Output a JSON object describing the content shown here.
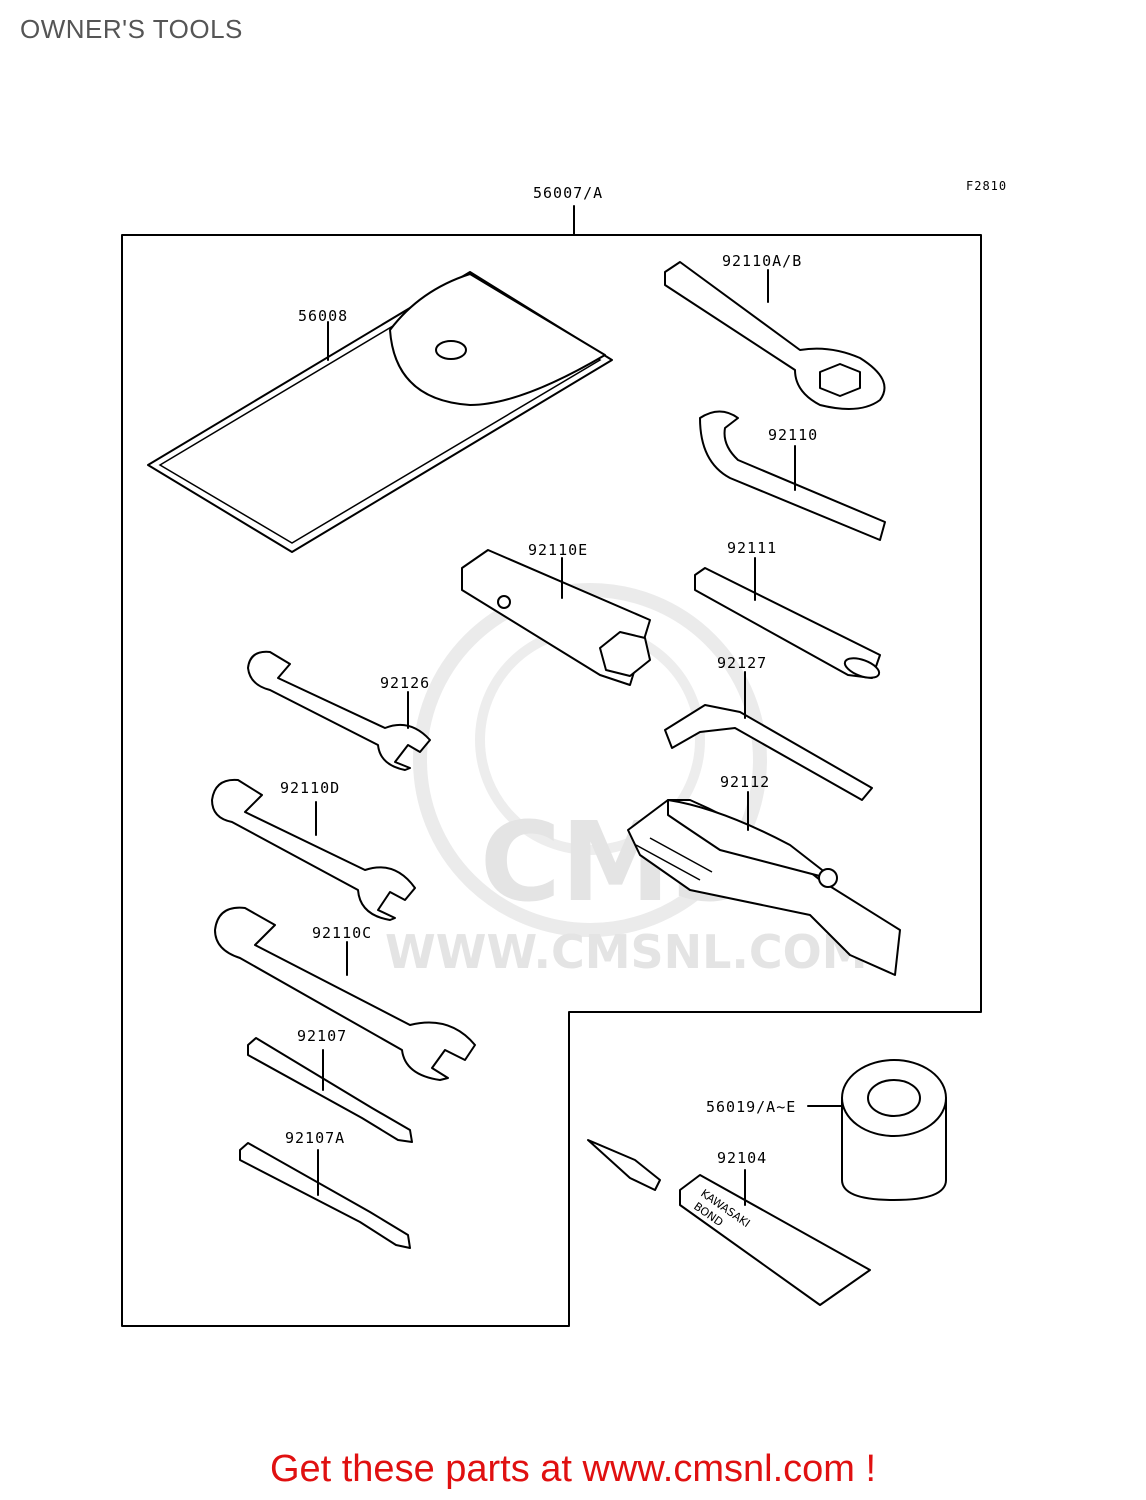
{
  "page": {
    "title": "OWNER'S TOOLS"
  },
  "diagram": {
    "figure_code": "F2810",
    "parts": {
      "p56007A": "56007/A",
      "p56008": "56008",
      "p92110AB": "92110A/B",
      "p92110": "92110",
      "p92110E": "92110E",
      "p92111": "92111",
      "p92126": "92126",
      "p92127": "92127",
      "p92110D": "92110D",
      "p92112": "92112",
      "p92110C": "92110C",
      "p92107": "92107",
      "p92107A": "92107A",
      "p56019": "56019/A~E",
      "p92104": "92104"
    },
    "tube_text_1": "KAWASAKI",
    "tube_text_2": "BOND",
    "watermark": {
      "logo": "CMS",
      "url": "WWW.CMSNL.COM"
    }
  },
  "footer": {
    "prefix": "Get these parts at ",
    "link": "www.cmsnl.com",
    "suffix": " !"
  }
}
